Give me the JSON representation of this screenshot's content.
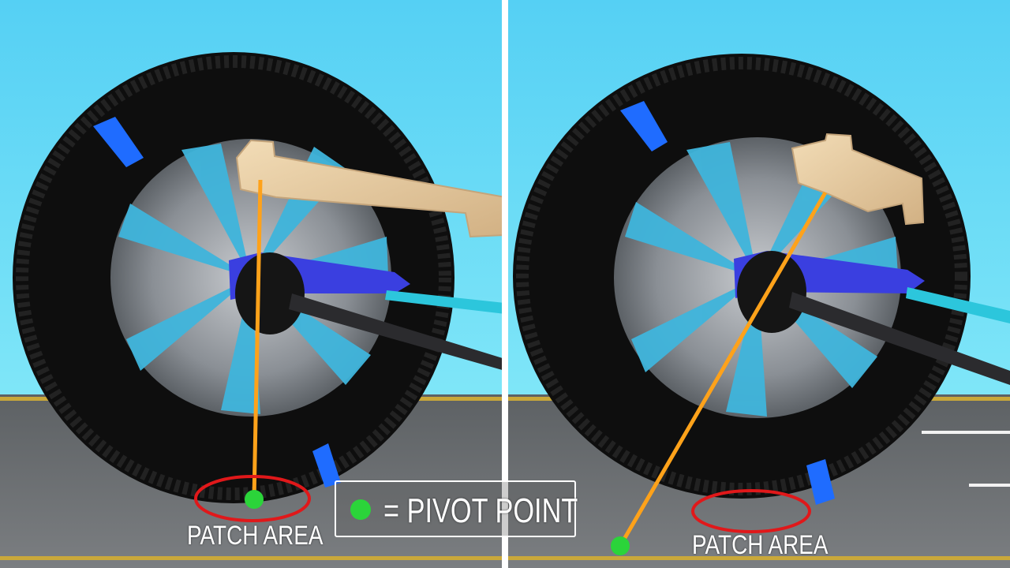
{
  "panels": {
    "left": {
      "label": "PATCH AREA"
    },
    "right": {
      "label": "PATCH AREA"
    }
  },
  "legend": {
    "text": "= PIVOT POINT",
    "marker": "green-dot"
  },
  "colors": {
    "sky": "#5fd3f2",
    "road": "#6f7275",
    "tire": "#0d0d0d",
    "rim": "#9a9fa4",
    "knuckle": "#e5c9a0",
    "arm": "#3a3fe0",
    "tie_rod": "#2cc6dc",
    "steering_axis": "#ffa21a",
    "pivot": "#2bd43a",
    "patch_outline": "#e0181a",
    "road_line": "#d6b23a"
  }
}
